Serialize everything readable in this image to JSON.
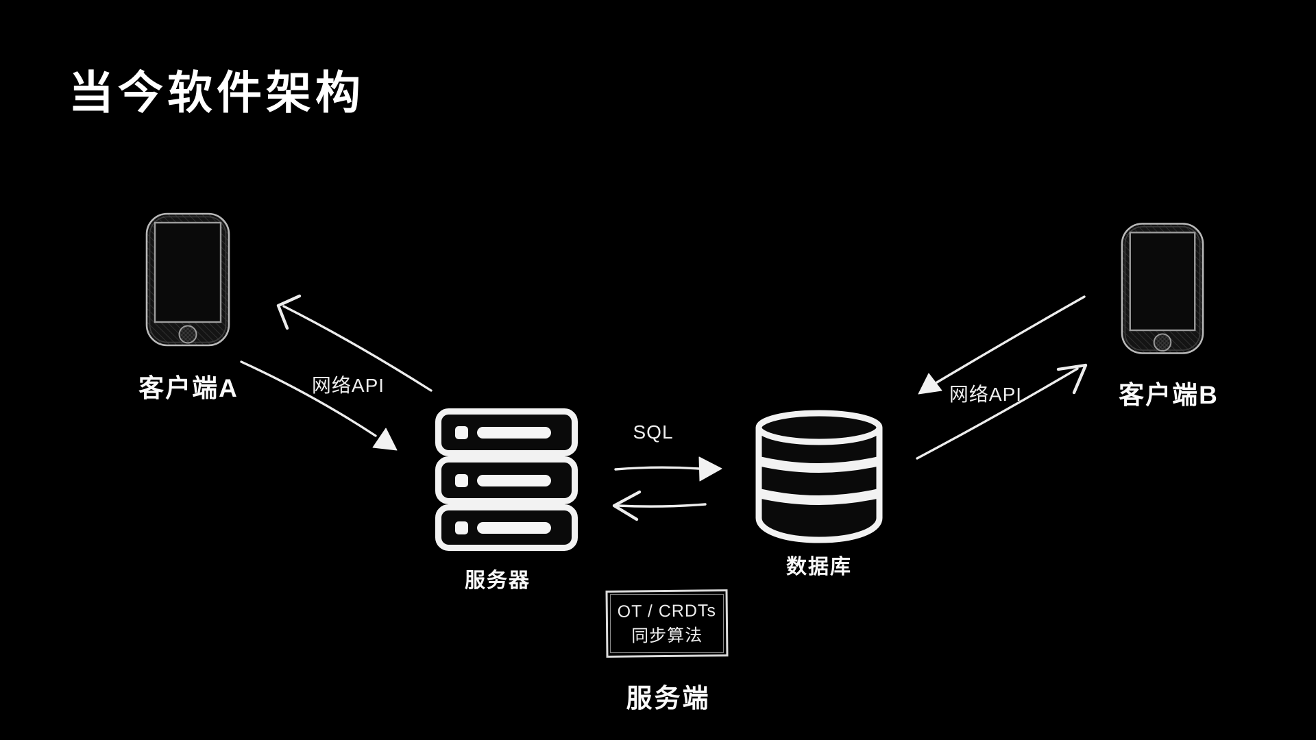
{
  "title": "当今软件架构",
  "colors": {
    "background": "#000000",
    "foreground": "#ffffff",
    "line": "#ededed"
  },
  "nodes": {
    "client_a": {
      "label": "客户端A",
      "icon": "smartphone-icon"
    },
    "server": {
      "label": "服务器",
      "icon": "server-rack-icon"
    },
    "database": {
      "label": "数据库",
      "icon": "database-cylinder-icon"
    },
    "client_b": {
      "label": "客户端B",
      "icon": "smartphone-icon"
    },
    "server_side": {
      "label": "服务端"
    }
  },
  "connections": {
    "client_a_server": {
      "label": "网络API",
      "style": "bidirectional-sketch-arrows"
    },
    "server_database": {
      "label": "SQL",
      "style": "bidirectional-sketch-arrows"
    },
    "database_client_b": {
      "label": "网络API",
      "style": "bidirectional-sketch-arrows"
    }
  },
  "sync_algorithm_box": {
    "line1": "OT / CRDTs",
    "line2": "同步算法"
  }
}
